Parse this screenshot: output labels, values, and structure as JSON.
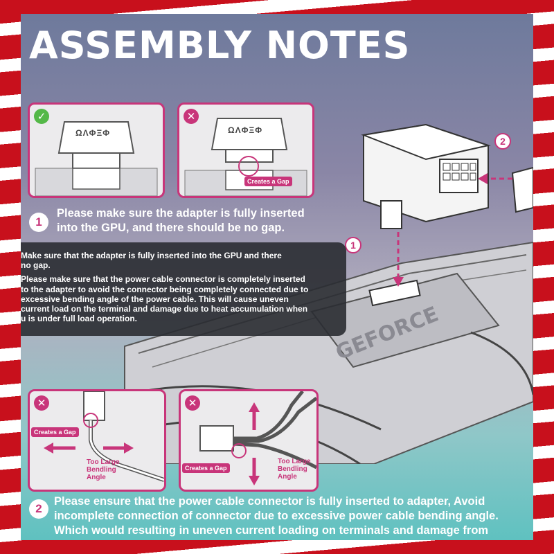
{
  "title": "ASSEMBLY NOTES",
  "panels": {
    "top_left": {
      "status": "✓",
      "connector_text": "ΩΛΦΞΦ"
    },
    "top_right": {
      "status": "✕",
      "connector_text": "ΩΛΦΞΦ",
      "tag": "Creates a Gap"
    },
    "bottom_left": {
      "status": "✕",
      "tag": "Creates a Gap",
      "angle_label": [
        "Too Large",
        "Bendling",
        "Angle"
      ]
    },
    "bottom_right": {
      "status": "✕",
      "tag": "Creates a Gap",
      "angle_label": [
        "Too Large",
        "Bendling",
        "Angle"
      ]
    }
  },
  "diagram": {
    "callout_1": "1",
    "callout_2": "2"
  },
  "note1": {
    "number": "1",
    "lines": [
      "Please make sure the adapter is fully inserted",
      "into the GPU, and there should be no gap."
    ]
  },
  "overlay": {
    "p1": [
      "Make sure that the adapter is fully inserted into the GPU and there",
      "no gap."
    ],
    "p2": [
      "Please make sure that the power cable connector is completely inserted",
      "to the adapter to avoid the connector being completely connected due to",
      "excessive bending angle of the power cable. This will cause uneven",
      "current load on the terminal and damage due to heat accumulation when",
      "u is under full load operation."
    ]
  },
  "note2": {
    "number": "2",
    "lines": [
      "Please ensure that the power cable connector is fully inserted to adapter, Avoid",
      "incomplete connection of connector due to excessive power cable bending angle.",
      "Which would resulting in uneven current loading on terminals and damage from"
    ]
  },
  "colors": {
    "accent": "#c8357a",
    "ok": "#54b848",
    "border_red": "#c8101c"
  }
}
